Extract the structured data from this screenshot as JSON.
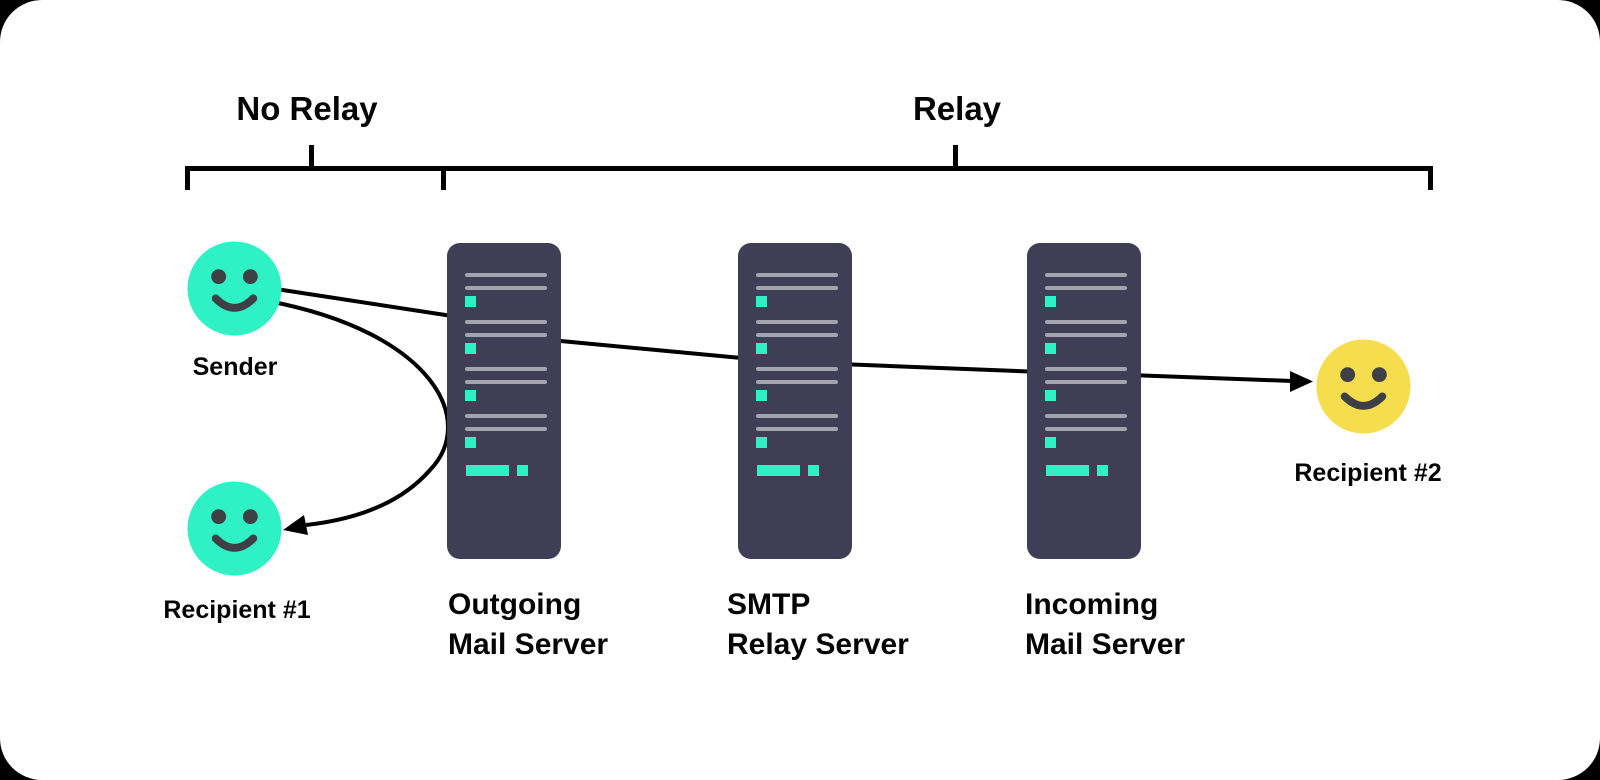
{
  "sections": {
    "no_relay_label": "No Relay",
    "relay_label": "Relay"
  },
  "actors": {
    "sender": {
      "label": "Sender",
      "color": "#2ef2c6"
    },
    "recipient1": {
      "label": "Recipient #1",
      "color": "#2ef2c6"
    },
    "recipient2": {
      "label": "Recipient #2",
      "color": "#f6dd4e"
    }
  },
  "servers": [
    {
      "name": "outgoing-mail-server",
      "label_lines": [
        "Outgoing",
        "Mail Server"
      ]
    },
    {
      "name": "smtp-relay-server",
      "label_lines": [
        "SMTP",
        "Relay Server"
      ]
    },
    {
      "name": "incoming-mail-server",
      "label_lines": [
        "Incoming",
        "Mail Server"
      ]
    }
  ],
  "icons": {
    "smiley_face": "smiley-face-icon",
    "server_rack": "server-rack-icon",
    "arrow": "arrow-icon"
  },
  "colors": {
    "background_outside": "#000000",
    "card": "#ffffff",
    "teal_accent": "#2ef2c6",
    "yellow_accent": "#f6dd4e",
    "server_body": "#403d56",
    "server_stripe": "#a5a3ae",
    "face_features": "#3f3f46",
    "line": "#000000",
    "text": "#050505"
  }
}
